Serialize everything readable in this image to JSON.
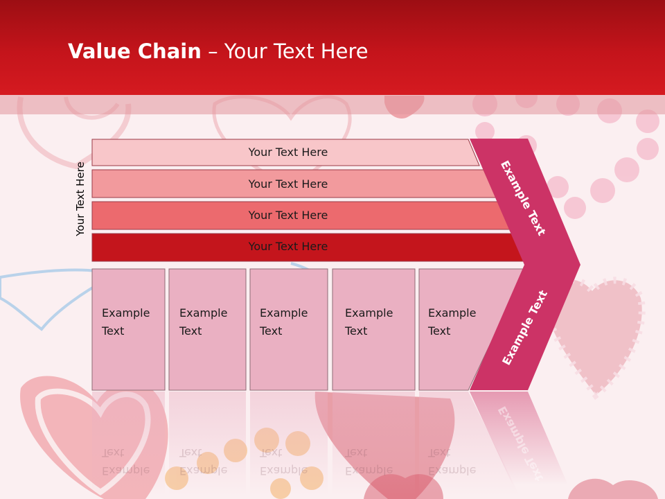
{
  "slide": {
    "title_bold": "Value Chain",
    "title_rest": " – Your Text Here",
    "side_label": "Your Text Here",
    "bars": [
      {
        "label": "Your Text Here",
        "color": "#f8c6c9"
      },
      {
        "label": "Your Text Here",
        "color": "#f29a9d"
      },
      {
        "label": "Your Text Here",
        "color": "#ec6a6e"
      },
      {
        "label": "Your Text Here",
        "color": "#c4151c"
      }
    ],
    "boxes": [
      {
        "line1": "Example",
        "line2": "Text"
      },
      {
        "line1": "Example",
        "line2": "Text"
      },
      {
        "line1": "Example",
        "line2": "Text"
      },
      {
        "line1": "Example",
        "line2": "Text"
      },
      {
        "line1": "Example",
        "line2": "Text"
      }
    ],
    "chevron_upper": "Example Text",
    "chevron_lower": "Example Text",
    "colors": {
      "header": "#c4141b",
      "box_fill": "#eab0c2",
      "chevron": "#cc3366",
      "background": "#fbeff1"
    }
  }
}
